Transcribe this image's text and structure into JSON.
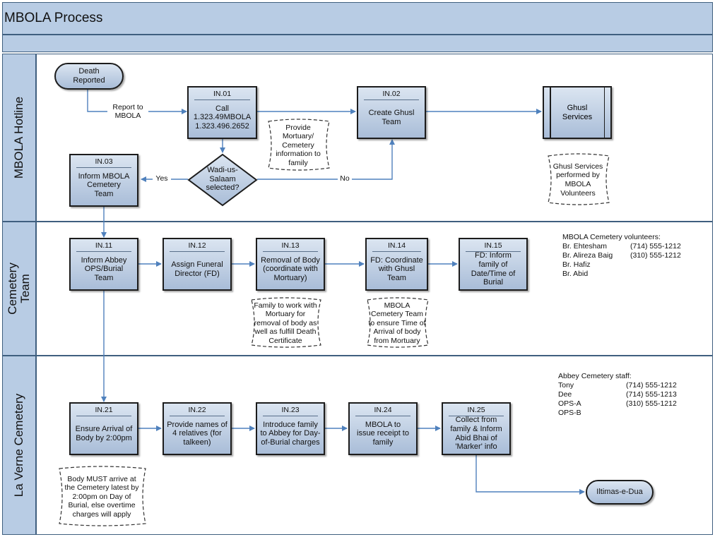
{
  "title": "MBOLA Process",
  "lanes": {
    "hotline": "MBOLA Hotline",
    "cemetery_team": "Cemetery Team",
    "la_verne": "La Verne Cemetery"
  },
  "terminals": {
    "death_reported": "Death Reported",
    "iltimas": "Iltimas-e-Dua"
  },
  "steps": {
    "in01": {
      "id": "IN.01",
      "text": "Call 1.323.49MBOLA 1.323.496.2652"
    },
    "in02": {
      "id": "IN.02",
      "text": "Create Ghusl Team"
    },
    "in03": {
      "id": "IN.03",
      "text": "Inform MBOLA Cemetery Team"
    },
    "in11": {
      "id": "IN.11",
      "text": "Inform Abbey OPS/Burial Team"
    },
    "in12": {
      "id": "IN.12",
      "text": "Assign Funeral Director (FD)"
    },
    "in13": {
      "id": "IN.13",
      "text": "Removal of Body (coordinate with Mortuary)"
    },
    "in14": {
      "id": "IN.14",
      "text": "FD: Coordinate with Ghusl Team"
    },
    "in15": {
      "id": "IN.15",
      "text": "FD: Inform family of Date/Time of Burial"
    },
    "in21": {
      "id": "IN.21",
      "text": "Ensure Arrival of Body by 2:00pm"
    },
    "in22": {
      "id": "IN.22",
      "text": "Provide names of 4 relatives (for talkeen)"
    },
    "in23": {
      "id": "IN.23",
      "text": "Introduce family to Abbey for Day-of-Burial charges"
    },
    "in24": {
      "id": "IN.24",
      "text": "MBOLA to issue receipt to family"
    },
    "in25": {
      "id": "IN.25",
      "text": "Collect from family & Inform Abid Bhai of 'Marker' info"
    }
  },
  "decision": "Wadi-us-Salaam selected?",
  "subprocess": "Ghusl Services",
  "flow_labels": {
    "report": "Report to MBOLA",
    "yes": "Yes",
    "no": "No"
  },
  "notes": {
    "mortuary": "Provide Mortuary/ Cemetery information to family",
    "ghusl": "Ghusl Services performed by MBOLA Volunteers",
    "family_mortuary": "Family to work with Mortuary for removal of body as well as fulfill Death Certificate",
    "cemetery_team_time": "MBOLA Cemetery Team to ensure Time of Arrival of body from Mortuary",
    "body_arrival": "Body MUST arrive at the Cemetery latest by 2:00pm on Day of Burial, else overtime charges will apply"
  },
  "volunteers": {
    "heading": "MBOLA Cemetery volunteers:",
    "rows": [
      {
        "name": "Br. Ehtesham",
        "phone": "(714) 555-1212"
      },
      {
        "name": "Br. Alireza Baig",
        "phone": "(310) 555-1212"
      },
      {
        "name": "Br. Hafiz",
        "phone": ""
      },
      {
        "name": "Br. Abid",
        "phone": ""
      }
    ]
  },
  "abbey_staff": {
    "heading": "Abbey Cemetery staff:",
    "rows": [
      {
        "name": "Tony",
        "phone": "(714) 555-1212"
      },
      {
        "name": "Dee",
        "phone": "(714) 555-1213"
      },
      {
        "name": "OPS-A",
        "phone": "(310) 555-1212"
      },
      {
        "name": "OPS-B",
        "phone": ""
      }
    ]
  },
  "colors": {
    "header_fill": "#b8cce4",
    "shape_fill_top": "#dbe5f1",
    "shape_fill_bottom": "#a9bdd8",
    "connector": "#4f81bd",
    "border": "#3f5f7f"
  }
}
